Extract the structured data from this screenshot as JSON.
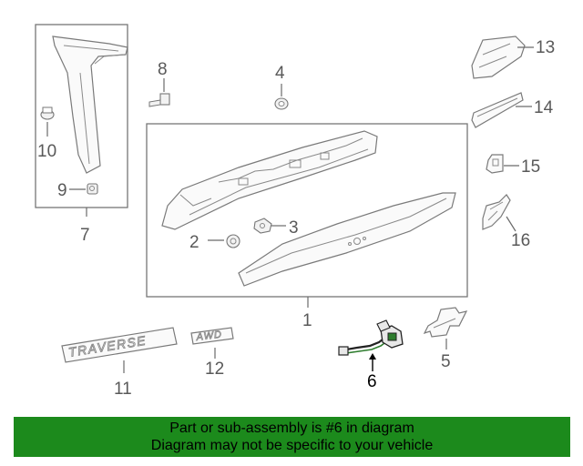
{
  "callouts": {
    "p1": "1",
    "p2": "2",
    "p3": "3",
    "p4": "4",
    "p5": "5",
    "p6": "6",
    "p7": "7",
    "p8": "8",
    "p9": "9",
    "p10": "10",
    "p11": "11",
    "p12": "12",
    "p13": "13",
    "p14": "14",
    "p15": "15",
    "p16": "16"
  },
  "emblems": {
    "traverse": "TRAVERSE",
    "awd": "AWD"
  },
  "highlighted_part": "6",
  "banner": {
    "line1": "Part or sub-assembly is #6 in diagram",
    "line2": "Diagram may not be specific to your vehicle",
    "color": "#1c8a1c"
  }
}
